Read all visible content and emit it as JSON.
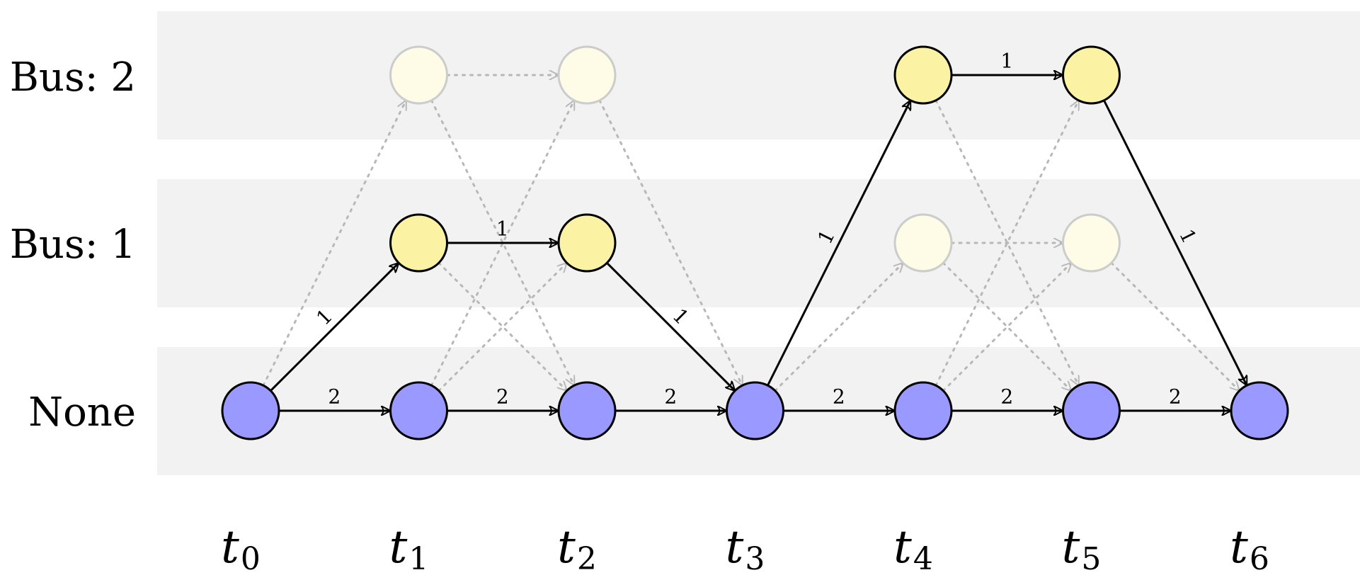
{
  "rows": [
    {
      "id": "bus2",
      "label": "Bus: 2"
    },
    {
      "id": "bus1",
      "label": "Bus: 1"
    },
    {
      "id": "none",
      "label": "None"
    }
  ],
  "times": [
    {
      "base": "t",
      "sub": "0"
    },
    {
      "base": "t",
      "sub": "1"
    },
    {
      "base": "t",
      "sub": "2"
    },
    {
      "base": "t",
      "sub": "3"
    },
    {
      "base": "t",
      "sub": "4"
    },
    {
      "base": "t",
      "sub": "5"
    },
    {
      "base": "t",
      "sub": "6"
    }
  ],
  "colors": {
    "band": "#f2f2f2",
    "none_node": "#9999ff",
    "bus_node": "#fbf3a3",
    "ghost_node": "#fefbe7",
    "active_edge": "#000000",
    "ghost_edge": "#b8b8b8"
  },
  "nodes": [
    {
      "t": 0,
      "row": "none",
      "state": "active"
    },
    {
      "t": 1,
      "row": "none",
      "state": "active"
    },
    {
      "t": 2,
      "row": "none",
      "state": "active"
    },
    {
      "t": 3,
      "row": "none",
      "state": "active"
    },
    {
      "t": 4,
      "row": "none",
      "state": "active"
    },
    {
      "t": 5,
      "row": "none",
      "state": "active"
    },
    {
      "t": 6,
      "row": "none",
      "state": "active"
    },
    {
      "t": 1,
      "row": "bus1",
      "state": "active"
    },
    {
      "t": 2,
      "row": "bus1",
      "state": "active"
    },
    {
      "t": 4,
      "row": "bus1",
      "state": "ghost"
    },
    {
      "t": 5,
      "row": "bus1",
      "state": "ghost"
    },
    {
      "t": 1,
      "row": "bus2",
      "state": "ghost"
    },
    {
      "t": 2,
      "row": "bus2",
      "state": "ghost"
    },
    {
      "t": 4,
      "row": "bus2",
      "state": "active"
    },
    {
      "t": 5,
      "row": "bus2",
      "state": "active"
    }
  ],
  "active_edges": [
    {
      "from": [
        0,
        "none"
      ],
      "to": [
        1,
        "none"
      ],
      "weight": "2"
    },
    {
      "from": [
        1,
        "none"
      ],
      "to": [
        2,
        "none"
      ],
      "weight": "2"
    },
    {
      "from": [
        2,
        "none"
      ],
      "to": [
        3,
        "none"
      ],
      "weight": "2"
    },
    {
      "from": [
        3,
        "none"
      ],
      "to": [
        4,
        "none"
      ],
      "weight": "2"
    },
    {
      "from": [
        4,
        "none"
      ],
      "to": [
        5,
        "none"
      ],
      "weight": "2"
    },
    {
      "from": [
        5,
        "none"
      ],
      "to": [
        6,
        "none"
      ],
      "weight": "2"
    },
    {
      "from": [
        0,
        "none"
      ],
      "to": [
        1,
        "bus1"
      ],
      "weight": "1"
    },
    {
      "from": [
        1,
        "bus1"
      ],
      "to": [
        2,
        "bus1"
      ],
      "weight": "1"
    },
    {
      "from": [
        2,
        "bus1"
      ],
      "to": [
        3,
        "none"
      ],
      "weight": "1"
    },
    {
      "from": [
        3,
        "none"
      ],
      "to": [
        4,
        "bus2"
      ],
      "weight": "1"
    },
    {
      "from": [
        4,
        "bus2"
      ],
      "to": [
        5,
        "bus2"
      ],
      "weight": "1"
    },
    {
      "from": [
        5,
        "bus2"
      ],
      "to": [
        6,
        "none"
      ],
      "weight": "1"
    }
  ],
  "ghost_edges": [
    {
      "from": [
        0,
        "none"
      ],
      "to": [
        1,
        "bus2"
      ]
    },
    {
      "from": [
        1,
        "bus2"
      ],
      "to": [
        2,
        "bus2"
      ]
    },
    {
      "from": [
        1,
        "bus2"
      ],
      "to": [
        2,
        "none"
      ]
    },
    {
      "from": [
        1,
        "none"
      ],
      "to": [
        2,
        "bus2"
      ]
    },
    {
      "from": [
        1,
        "bus1"
      ],
      "to": [
        2,
        "none"
      ]
    },
    {
      "from": [
        1,
        "none"
      ],
      "to": [
        2,
        "bus1"
      ]
    },
    {
      "from": [
        2,
        "bus2"
      ],
      "to": [
        3,
        "none"
      ]
    },
    {
      "from": [
        3,
        "none"
      ],
      "to": [
        4,
        "bus1"
      ]
    },
    {
      "from": [
        4,
        "bus1"
      ],
      "to": [
        5,
        "bus1"
      ]
    },
    {
      "from": [
        4,
        "bus2"
      ],
      "to": [
        5,
        "none"
      ]
    },
    {
      "from": [
        4,
        "none"
      ],
      "to": [
        5,
        "bus2"
      ]
    },
    {
      "from": [
        4,
        "bus1"
      ],
      "to": [
        5,
        "none"
      ]
    },
    {
      "from": [
        4,
        "none"
      ],
      "to": [
        5,
        "bus1"
      ]
    },
    {
      "from": [
        5,
        "bus1"
      ],
      "to": [
        6,
        "none"
      ]
    }
  ]
}
